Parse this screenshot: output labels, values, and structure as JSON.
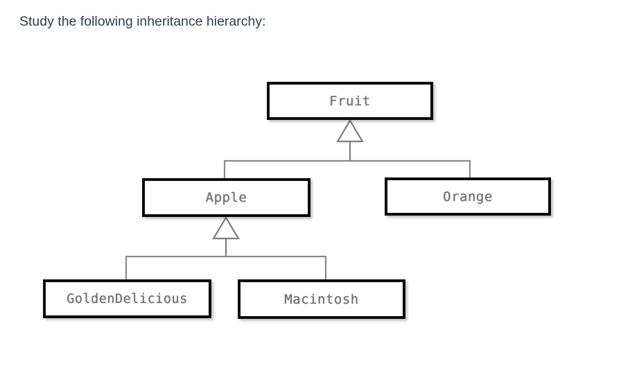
{
  "page": {
    "title": "Study the following inheritance hierarchy:",
    "heading_color": "#2c3e50",
    "background_color": "#ffffff"
  },
  "diagram": {
    "type": "uml-class-inheritance-hierarchy",
    "notation": "UML generalization (hollow triangle arrowhead points to superclass)",
    "box_border_color": "#0a0a0a",
    "box_fill_color": "#fefefe",
    "box_text_color": "#6e6e6e",
    "connector_color": "#808080",
    "classes": [
      {
        "id": "fruit",
        "name": "Fruit",
        "level": 0,
        "parent": null
      },
      {
        "id": "apple",
        "name": "Apple",
        "level": 1,
        "parent": "fruit"
      },
      {
        "id": "orange",
        "name": "Orange",
        "level": 1,
        "parent": "fruit"
      },
      {
        "id": "goldendelicious",
        "name": "GoldenDelicious",
        "level": 2,
        "parent": "apple"
      },
      {
        "id": "macintosh",
        "name": "Macintosh",
        "level": 2,
        "parent": "apple"
      }
    ],
    "edges": [
      {
        "from": "apple",
        "to": "fruit"
      },
      {
        "from": "orange",
        "to": "fruit"
      },
      {
        "from": "goldendelicious",
        "to": "apple"
      },
      {
        "from": "macintosh",
        "to": "apple"
      }
    ]
  }
}
